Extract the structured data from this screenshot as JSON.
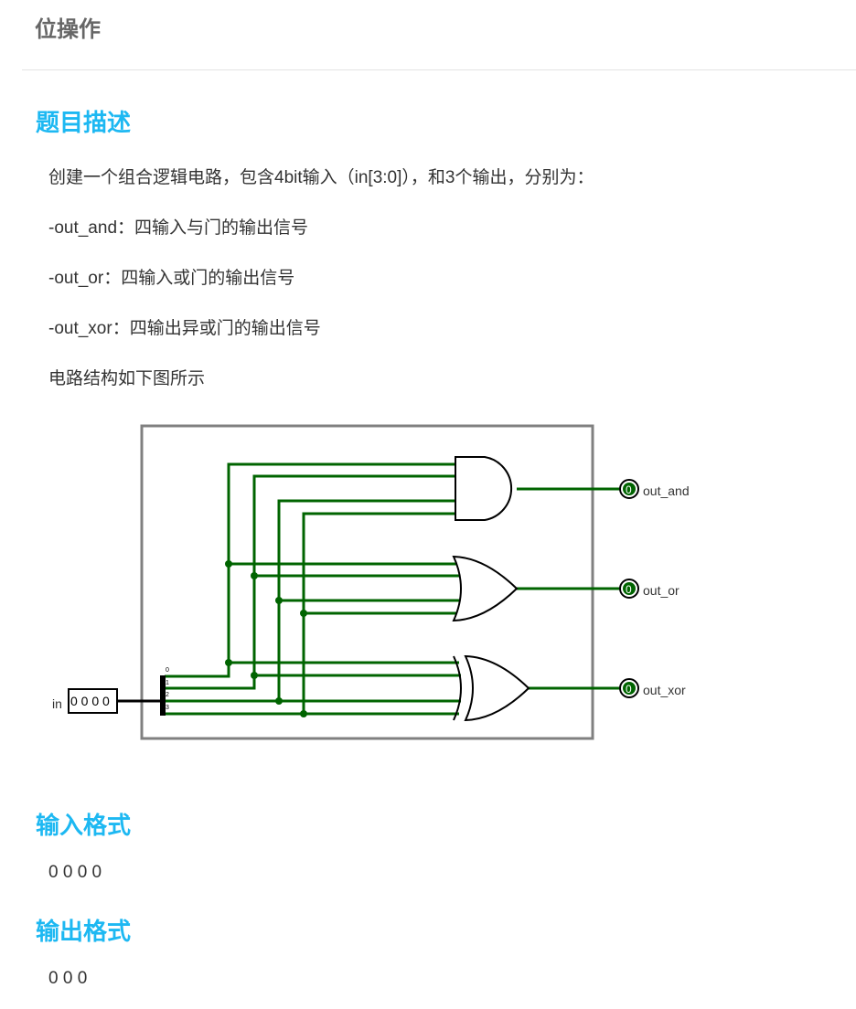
{
  "title": "位操作",
  "sections": {
    "description": {
      "heading": "题目描述",
      "lines": [
        "创建一个组合逻辑电路，包含4bit输入（in[3:0]），和3个输出，分别为：",
        "-out_and：四输入与门的输出信号",
        "-out_or：四输入或门的输出信号",
        "-out_xor：四输出异或门的输出信号",
        "电路结构如下图所示"
      ]
    },
    "input_format": {
      "heading": "输入格式",
      "text": "0 0 0 0"
    },
    "output_format": {
      "heading": "输出格式",
      "text": "0 0 0"
    }
  },
  "circuit": {
    "input_label": "in",
    "input_value": "0 0 0 0",
    "splitter_bits": [
      "0",
      "1",
      "2",
      "3"
    ],
    "outputs": [
      {
        "label": "out_and",
        "value": "0"
      },
      {
        "label": "out_or",
        "value": "0"
      },
      {
        "label": "out_xor",
        "value": "0"
      }
    ],
    "wire_color": "#006400",
    "frame_color": "#808080"
  }
}
